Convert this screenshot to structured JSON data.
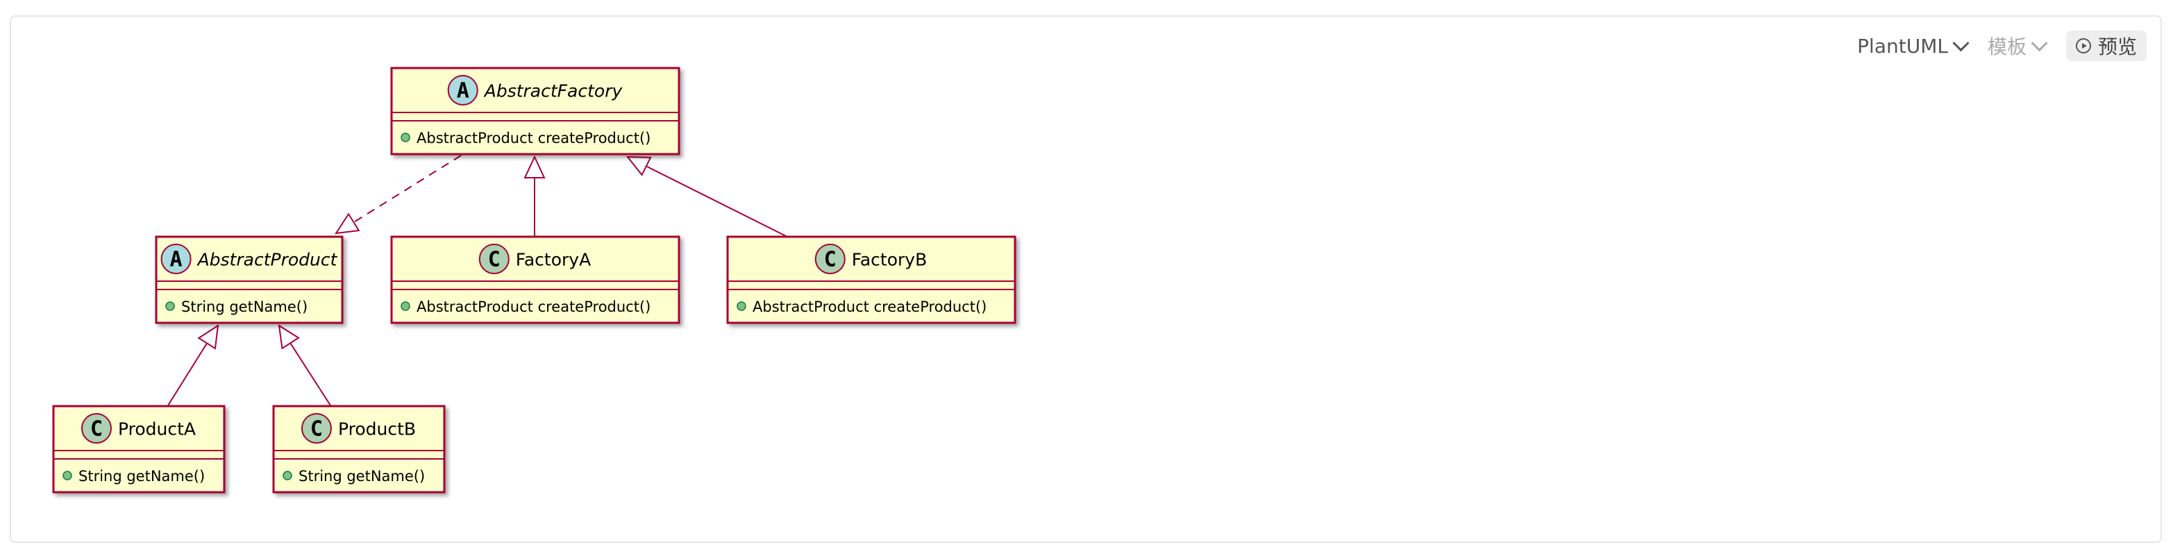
{
  "toolbar": {
    "language_label": "PlantUML",
    "template_label": "模板",
    "preview_label": "预览"
  },
  "colors": {
    "class_fill": "#FEFECE",
    "class_border": "#A80036",
    "abstract_badge": "#A9DCDF",
    "class_badge": "#ADD1B2",
    "public_dot": "#84BE84"
  },
  "diagram": {
    "classes": [
      {
        "id": "abstractfactory",
        "name": "AbstractFactory",
        "kind": "abstract",
        "members": [
          "AbstractProduct createProduct()"
        ]
      },
      {
        "id": "abstractproduct",
        "name": "AbstractProduct",
        "kind": "abstract",
        "members": [
          "String getName()"
        ]
      },
      {
        "id": "factorya",
        "name": "FactoryA",
        "kind": "class",
        "members": [
          "AbstractProduct createProduct()"
        ]
      },
      {
        "id": "factoryb",
        "name": "FactoryB",
        "kind": "class",
        "members": [
          "AbstractProduct createProduct()"
        ]
      },
      {
        "id": "producta",
        "name": "ProductA",
        "kind": "class",
        "members": [
          "String getName()"
        ]
      },
      {
        "id": "productb",
        "name": "ProductB",
        "kind": "class",
        "members": [
          "String getName()"
        ]
      }
    ],
    "relations": [
      {
        "from": "abstractfactory",
        "to": "abstractproduct",
        "style": "dashed",
        "arrow": "hollow-triangle"
      },
      {
        "from": "factorya",
        "to": "abstractfactory",
        "style": "solid",
        "arrow": "hollow-triangle"
      },
      {
        "from": "factoryb",
        "to": "abstractfactory",
        "style": "solid",
        "arrow": "hollow-triangle"
      },
      {
        "from": "producta",
        "to": "abstractproduct",
        "style": "solid",
        "arrow": "hollow-triangle"
      },
      {
        "from": "productb",
        "to": "abstractproduct",
        "style": "solid",
        "arrow": "hollow-triangle"
      }
    ]
  }
}
